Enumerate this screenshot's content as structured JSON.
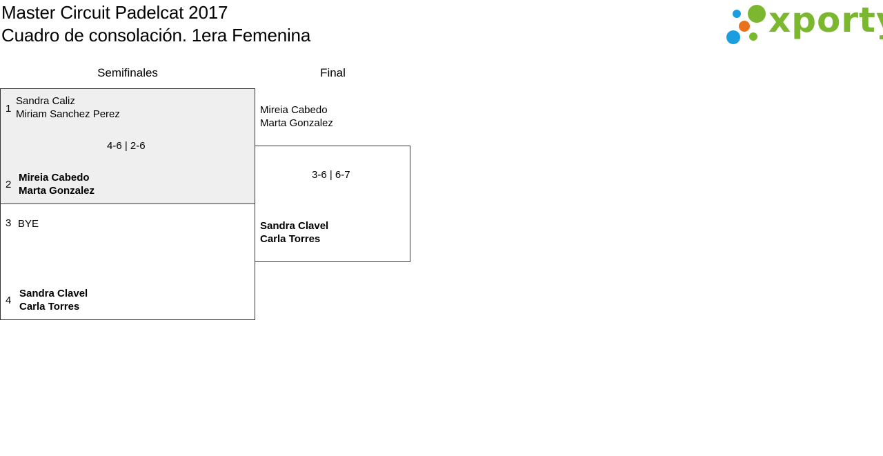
{
  "header": {
    "title": "Master Circuit Padelcat 2017",
    "subtitle": "Cuadro de consolación. 1era Femenina"
  },
  "logo": {
    "text": "xporty",
    "colors": {
      "green": "#7cb82f",
      "blue": "#1a9ee0",
      "orange": "#e8731c"
    }
  },
  "rounds": {
    "semifinals_label": "Semifinales",
    "final_label": "Final"
  },
  "semifinals": {
    "match1": {
      "team1": {
        "seed": "1",
        "player1": "Sandra Caliz",
        "player2": "Miriam Sanchez Perez"
      },
      "team2": {
        "seed": "2",
        "player1": "Mireia Cabedo",
        "player2": "Marta Gonzalez"
      },
      "score": "4-6 | 2-6"
    },
    "match2": {
      "team1": {
        "seed": "3",
        "player1": "BYE"
      },
      "team2": {
        "seed": "4",
        "player1": "Sandra Clavel",
        "player2": "Carla Torres"
      }
    }
  },
  "final": {
    "team1": {
      "player1": "Mireia Cabedo",
      "player2": "Marta Gonzalez"
    },
    "team2": {
      "player1": "Sandra Clavel",
      "player2": "Carla Torres"
    },
    "score": "3-6 | 6-7"
  }
}
